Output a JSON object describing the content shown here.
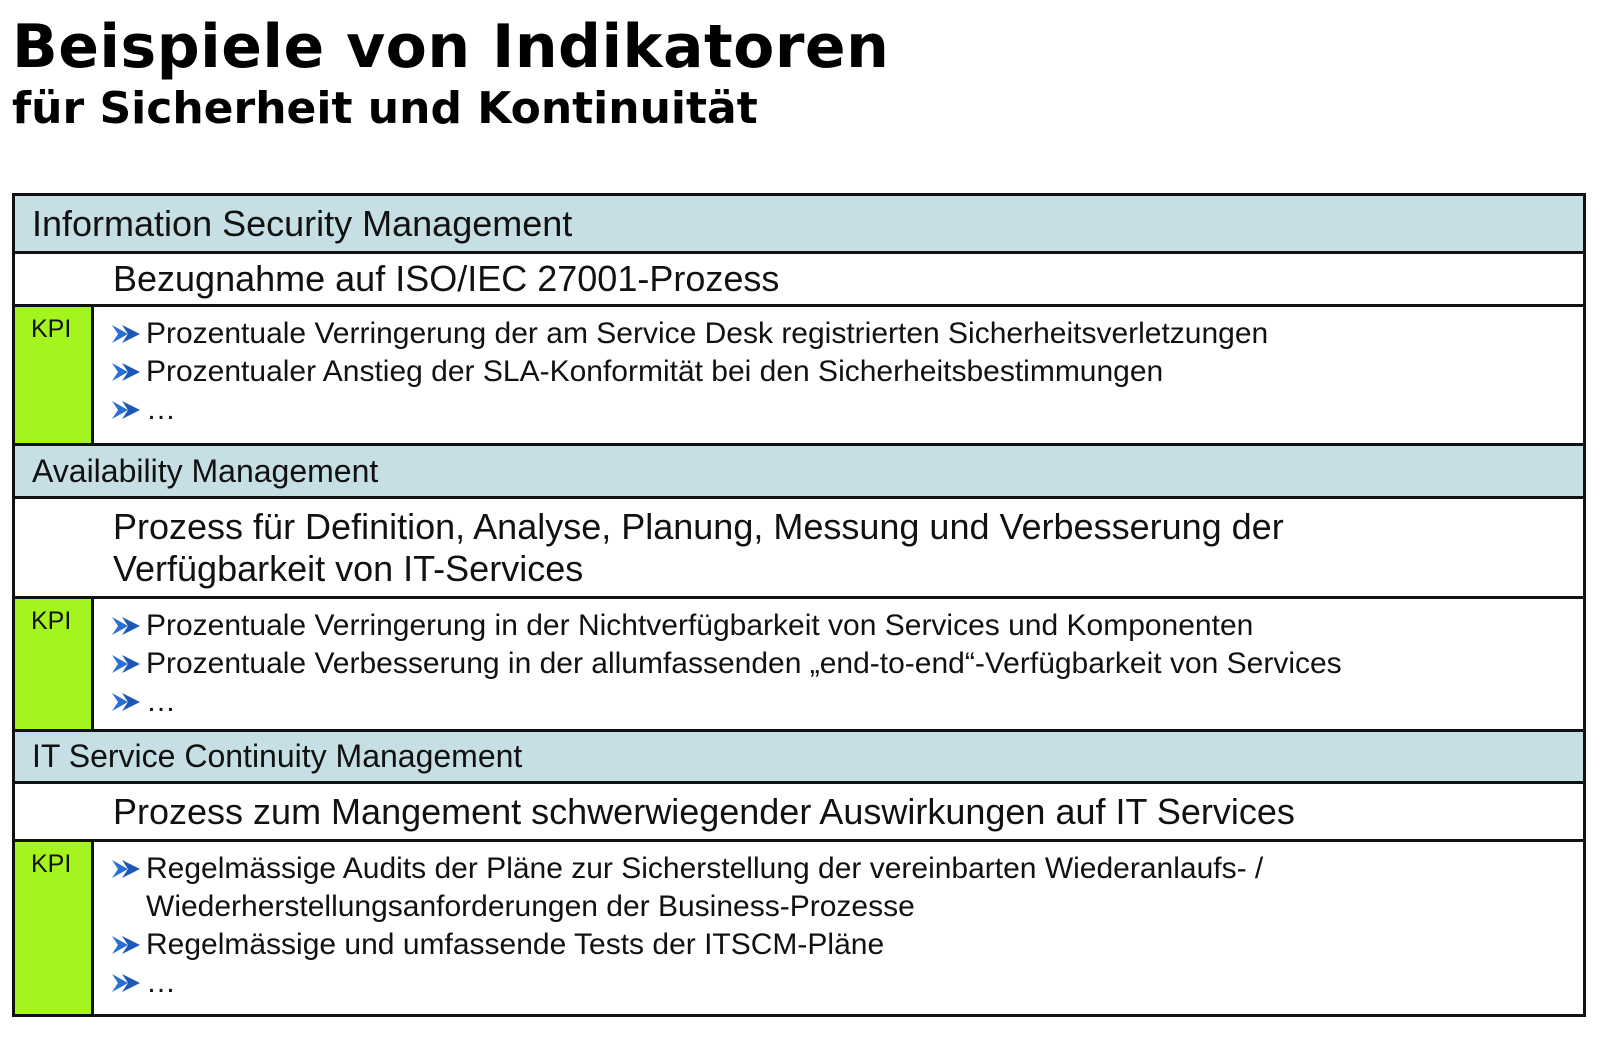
{
  "title": "Beispiele von Indikatoren",
  "subtitle": "für Sicherheit und Kontinuität",
  "colors": {
    "header_bg": "#c5dfe4",
    "kpi_bg": "#a4f51e",
    "arrow": "#2a6fd6",
    "border": "#111111"
  },
  "sections": [
    {
      "heading": "Information Security Management",
      "description": "Bezugnahme auf ISO/IEC 27001-Prozess",
      "kpi_label": "KPI",
      "items": [
        "Prozentuale Verringerung der am Service Desk registrierten Sicherheitsverletzungen",
        "Prozentualer Anstieg der SLA-Konformität bei den Sicherheitsbestimmungen",
        "…"
      ]
    },
    {
      "heading": "Availability Management",
      "description": "Prozess für Definition, Analyse, Planung, Messung und Verbesserung der Verfügbarkeit von IT-Services",
      "kpi_label": "KPI",
      "items": [
        "Prozentuale Verringerung in der Nichtverfügbarkeit von Services und Komponenten",
        "Prozentuale Verbesserung in der allumfassenden „end-to-end“-Verfügbarkeit von Services",
        "…"
      ]
    },
    {
      "heading": "IT Service Continuity Management",
      "description": "Prozess zum Mangement schwerwiegender Auswirkungen auf IT Services",
      "kpi_label": "KPI",
      "items": [
        "Regelmässige Audits der Pläne zur Sicherstellung der vereinbarten Wiederanlaufs- / Wiederherstellungsanforderungen der Business-Prozesse",
        "Regelmässige und umfassende Tests der ITSCM-Pläne",
        "…"
      ]
    }
  ]
}
